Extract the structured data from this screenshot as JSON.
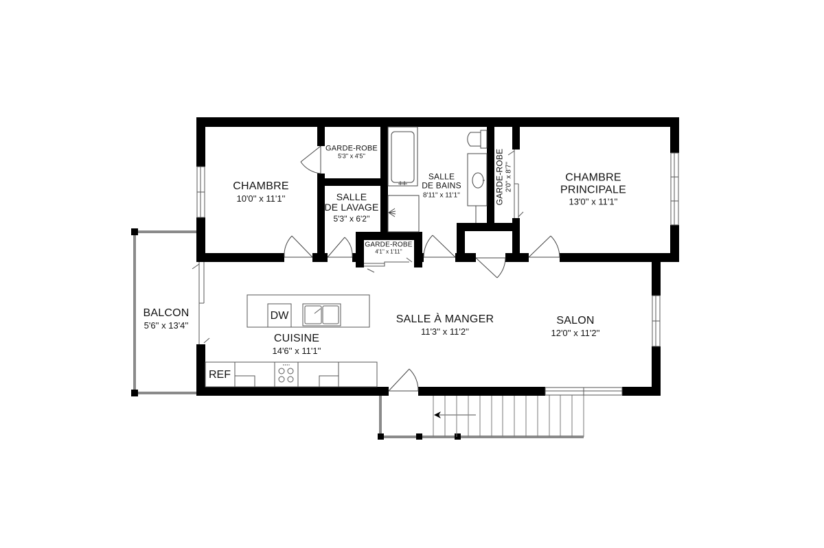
{
  "floor_plan": {
    "colors": {
      "wall": "#000000",
      "background": "#ffffff",
      "thin_line": "#555555",
      "balcony_rail": "#8a8a8a"
    },
    "rooms": [
      {
        "id": "chambre",
        "name": "CHAMBRE",
        "dimensions": "10'0'' x 11'1''"
      },
      {
        "id": "garde-robe-1",
        "name": "GARDE-ROBE",
        "dimensions": "5'3'' x 4'5''"
      },
      {
        "id": "salle-de-lavage",
        "name": "SALLE\nDE LAVAGE",
        "name_line1": "SALLE",
        "name_line2": "DE LAVAGE",
        "dimensions": "5'3'' x 6'2''"
      },
      {
        "id": "garde-robe-2",
        "name": "GARDE-ROBE",
        "dimensions": "4'1'' x 1'11''"
      },
      {
        "id": "salle-de-bains",
        "name_line1": "SALLE",
        "name_line2": "DE BAINS",
        "dimensions": "8'11'' x 11'1''"
      },
      {
        "id": "garde-robe-3",
        "name": "GARDE-ROBE",
        "dimensions": "2'0'' x 8'7''"
      },
      {
        "id": "chambre-principale",
        "name_line1": "CHAMBRE",
        "name_line2": "PRINCIPALE",
        "dimensions": "13'0'' x 11'1''"
      },
      {
        "id": "balcon",
        "name": "BALCON",
        "dimensions": "5'6'' x 13'4''"
      },
      {
        "id": "cuisine",
        "name": "CUISINE",
        "dimensions": "14'6'' x 11'1''"
      },
      {
        "id": "salle-a-manger",
        "name": "SALLE À MANGER",
        "dimensions": "11'3'' x 11'2''"
      },
      {
        "id": "salon",
        "name": "SALON",
        "dimensions": "12'0'' x 11'2''"
      }
    ],
    "fixtures": {
      "dishwasher": "DW",
      "refrigerator": "REF"
    }
  }
}
